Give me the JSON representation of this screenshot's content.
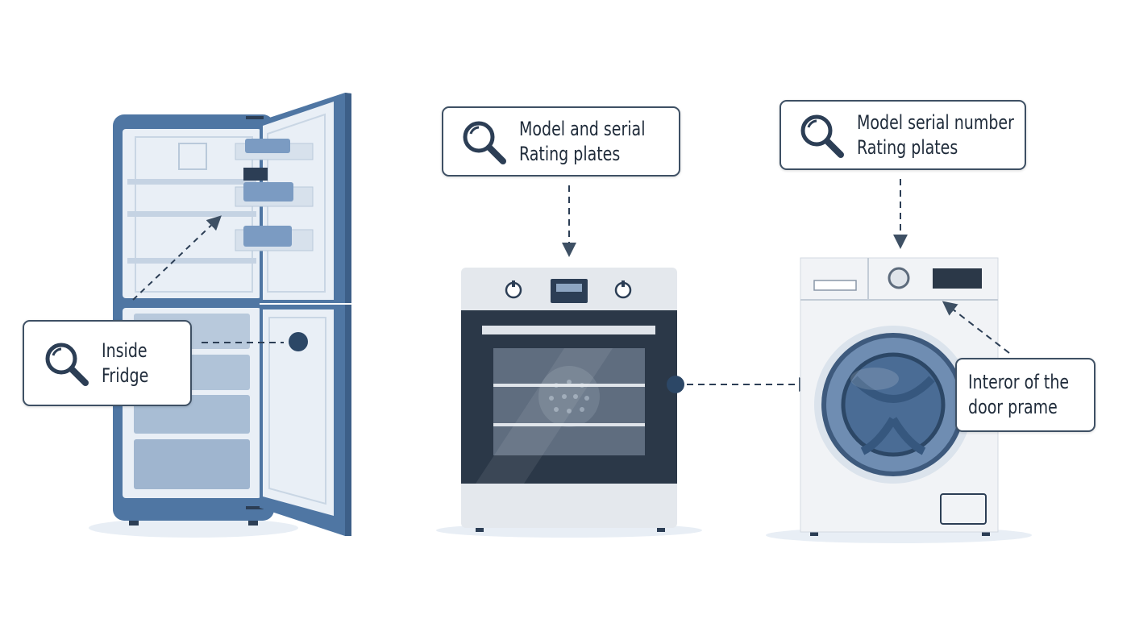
{
  "callouts": {
    "oven": {
      "line1": "Model and serial",
      "line2": "Rating plates",
      "icon": "magnifier-icon"
    },
    "washer": {
      "line1": "Model serial number",
      "line2": "Rating plates",
      "icon": "magnifier-icon"
    },
    "fridge": {
      "line1": "Inside",
      "line2": "Fridge",
      "icon": "magnifier-icon"
    },
    "washer_door": {
      "line1": "Interor of the",
      "line2": "door prame"
    }
  },
  "colors": {
    "fridge": "#4f76a3",
    "interior": "#e9eff6",
    "dark": "#2c3e55",
    "outline": "#3e5064"
  }
}
